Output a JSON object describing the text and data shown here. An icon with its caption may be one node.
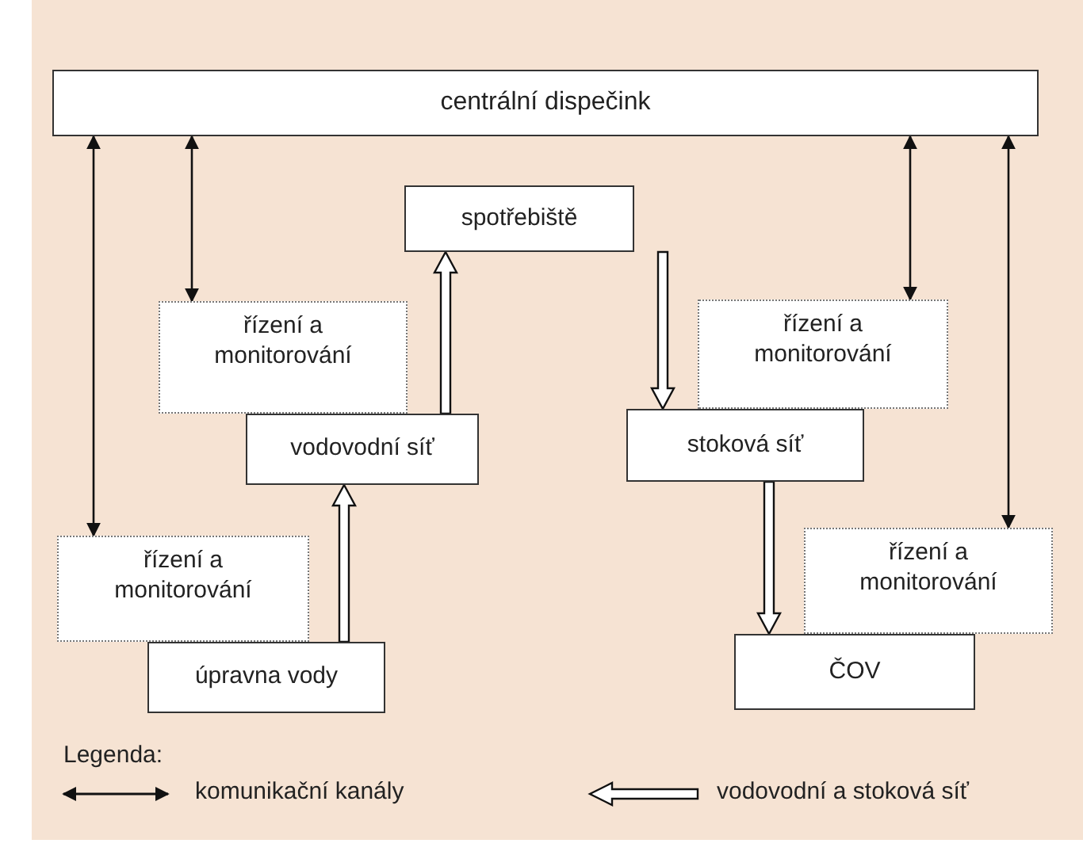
{
  "diagram": {
    "nodes": [
      {
        "text": [
          "centrální dispečink"
        ]
      },
      {
        "text": [
          "spotřebiště"
        ]
      },
      {
        "text": [
          "řízení a monitorování"
        ]
      },
      {
        "text": [
          "vodovodní síť"
        ]
      },
      {
        "text": [
          "řízení a monitorování"
        ]
      },
      {
        "text": [
          "úpravna vody"
        ]
      },
      {
        "text": [
          "řízení a monitorování"
        ]
      },
      {
        "text": [
          "stoková síť"
        ]
      },
      {
        "text": [
          "řízení a monitorování"
        ]
      },
      {
        "text": [
          "ČOV"
        ]
      }
    ],
    "edges": [
      {
        "from": 0,
        "to": 4,
        "arrow": "both"
      },
      {
        "from": 0,
        "to": 2,
        "arrow": "both"
      },
      {
        "from": 0,
        "to": 6,
        "arrow": "both"
      },
      {
        "from": 0,
        "to": 8,
        "arrow": "both"
      },
      {
        "from": 5,
        "to": 3,
        "arrow": "to",
        "style": "thick"
      },
      {
        "from": 3,
        "to": 1,
        "arrow": "to",
        "style": "thick"
      },
      {
        "from": 1,
        "to": 7,
        "arrow": "to",
        "style": "thick"
      },
      {
        "from": 7,
        "to": 9,
        "arrow": "to",
        "style": "thick"
      }
    ],
    "labels": [
      "Legenda:"
    ],
    "legend": [
      {
        "text": "komunikační kanály"
      },
      {
        "text": "vodovodní a stoková síť"
      }
    ]
  }
}
